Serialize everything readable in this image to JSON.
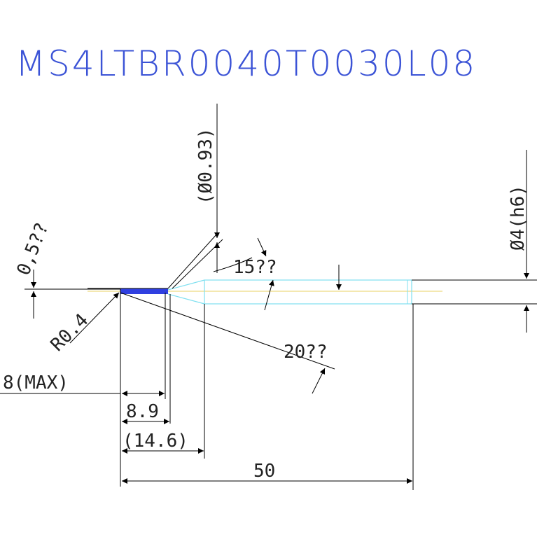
{
  "title": "MS4LTBR0040T0030L08",
  "colors": {
    "title": "#3b53d6",
    "line": "#000000",
    "outline": "#7fe0f0",
    "centerline": "#e8d060",
    "blade": "#2f3fe0"
  },
  "dimensions": {
    "neck_dia": "(Ø0.93)",
    "shank_dia": "Ø4(h6)",
    "chamfer": "0,5??",
    "radius": "R0.4",
    "taper_angle": "15??",
    "relief_angle": "20??",
    "max_depth": "8(MAX)",
    "neck_len": "8.9",
    "flute_len": "(14.6)",
    "overall_len": "50"
  }
}
